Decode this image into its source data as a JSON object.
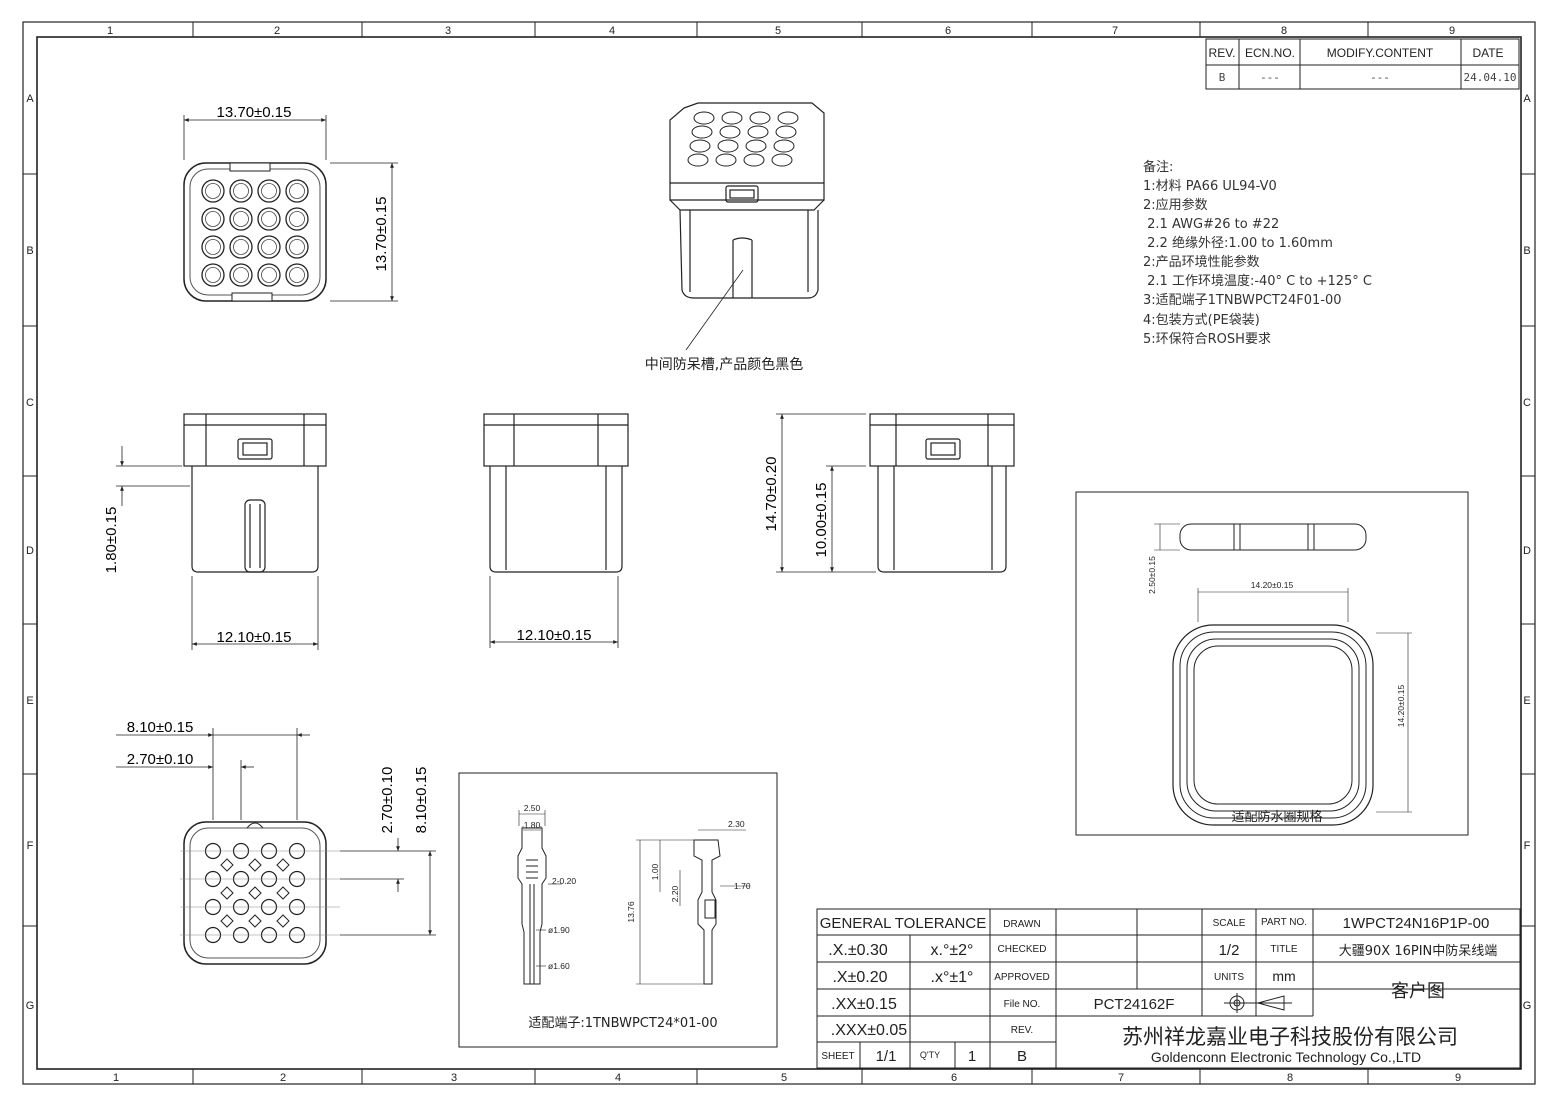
{
  "border": {
    "cols": [
      "1",
      "2",
      "3",
      "4",
      "5",
      "6",
      "7",
      "8",
      "9"
    ],
    "rows": [
      "A",
      "B",
      "C",
      "D",
      "E",
      "F",
      "G"
    ]
  },
  "revision_table": {
    "headers": [
      "REV.",
      "ECN.NO.",
      "MODIFY.CONTENT",
      "DATE"
    ],
    "row": [
      "B",
      "---",
      "---",
      "24.04.10"
    ]
  },
  "notes": {
    "title": "备注:",
    "lines": [
      "1:材料 PA66 UL94-V0",
      "2:应用参数",
      " 2.1 AWG#26 to #22",
      " 2.2 绝缘外径:1.00 to 1.60mm",
      "2:产品环境性能参数",
      " 2.1 工作环境温度:-40° C to +125° C",
      "3:适配端子1TNBWPCT24F01-00",
      "4:包装方式(PE袋装)",
      "5:环保符合ROSH要求"
    ]
  },
  "callout": "中间防呆槽,产品颜色黑色",
  "dims": {
    "top_w": "13.70±0.15",
    "top_h": "13.70±0.15",
    "front_h": "1.80±0.15",
    "front_w": "12.10±0.15",
    "side_w": "12.10±0.15",
    "side_h1": "14.70±0.20",
    "side_h2": "10.00±0.15",
    "bottom_w1": "8.10±0.15",
    "bottom_w2": "2.70±0.10",
    "bottom_h1": "2.70±0.10",
    "bottom_h2": "8.10±0.15"
  },
  "seal": {
    "thick": "2.50±0.15",
    "width": "14.20±0.15",
    "height": "14.20±0.15",
    "caption": "适配防水圈规格"
  },
  "terminal": {
    "d1": "2.50",
    "d2": "1.80",
    "d3": "2-0.20",
    "d4": "ø1.90",
    "d5": "ø1.60",
    "d6": "2.30",
    "d7": "1.00",
    "d8": "2.20",
    "d9": "1.70",
    "d10": "13.76",
    "caption": "适配端子:1TNBWPCT24*01-00"
  },
  "title_block": {
    "general_tolerance": "GENERAL TOLERANCE",
    "tol": [
      ".X.±0.30",
      ".X±0.20",
      ".XX±0.15",
      ".XXX±0.05"
    ],
    "ang1": "x.°±2°",
    "ang2": ".x°±1°",
    "drawn": "DRAWN",
    "checked": "CHECKED",
    "approved": "APPROVED",
    "file_no_label": "File NO.",
    "file_no": "PCT24162F",
    "rev_label": "REV.",
    "rev": "B",
    "sheet_label": "SHEET",
    "sheet": "1/1",
    "qty_label": "Q'TY",
    "qty": "1",
    "scale_label": "SCALE",
    "scale": "1/2",
    "units_label": "UNITS",
    "units": "mm",
    "part_no_label": "PART NO.",
    "part_no": "1WPCT24N16P1P-00",
    "title_label": "TITLE",
    "title": "大疆90X 16PIN中防呆线端",
    "customer": "客户图",
    "company_cn": "苏州祥龙嘉业电子科技股份有限公司",
    "company_en": "Goldenconn Electronic Technology Co.,LTD"
  }
}
